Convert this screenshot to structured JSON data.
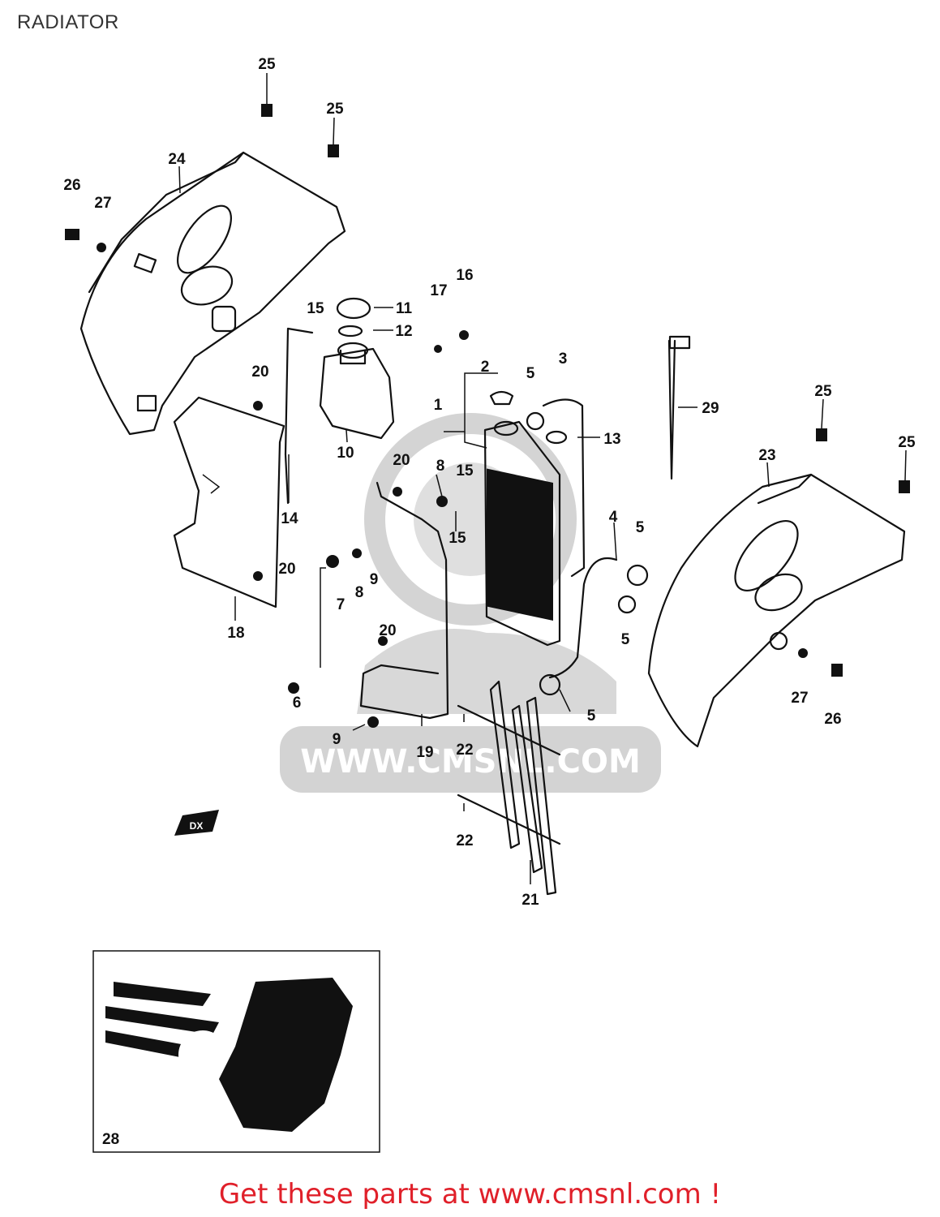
{
  "page": {
    "title": "RADIATOR"
  },
  "watermark": {
    "text": "WWW.CMSNL.COM",
    "color": "#c8c8c8"
  },
  "inset": {
    "label": "28"
  },
  "decal": {
    "text": "DX"
  },
  "callouts": {
    "c1": "1",
    "c2": "2",
    "c3": "3",
    "c4": "4",
    "c5a": "5",
    "c5b": "5",
    "c5c": "5",
    "c5d": "5",
    "c6": "6",
    "c7": "7",
    "c8a": "8",
    "c8b": "8",
    "c9a": "9",
    "c9b": "9",
    "c10": "10",
    "c11": "11",
    "c12": "12",
    "c13": "13",
    "c14": "14",
    "c15a": "15",
    "c15b": "15",
    "c15c": "15",
    "c16": "16",
    "c17": "17",
    "c18": "18",
    "c19": "19",
    "c20a": "20",
    "c20b": "20",
    "c20c": "20",
    "c20d": "20",
    "c21": "21",
    "c22a": "22",
    "c22b": "22",
    "c23": "23",
    "c24": "24",
    "c25a": "25",
    "c25b": "25",
    "c25c": "25",
    "c25d": "25",
    "c26a": "26",
    "c26b": "26",
    "c27a": "27",
    "c27b": "27",
    "c29": "29"
  },
  "footer": {
    "text": "Get these parts at www.cmsnl.com !",
    "color": "#e0202a"
  }
}
